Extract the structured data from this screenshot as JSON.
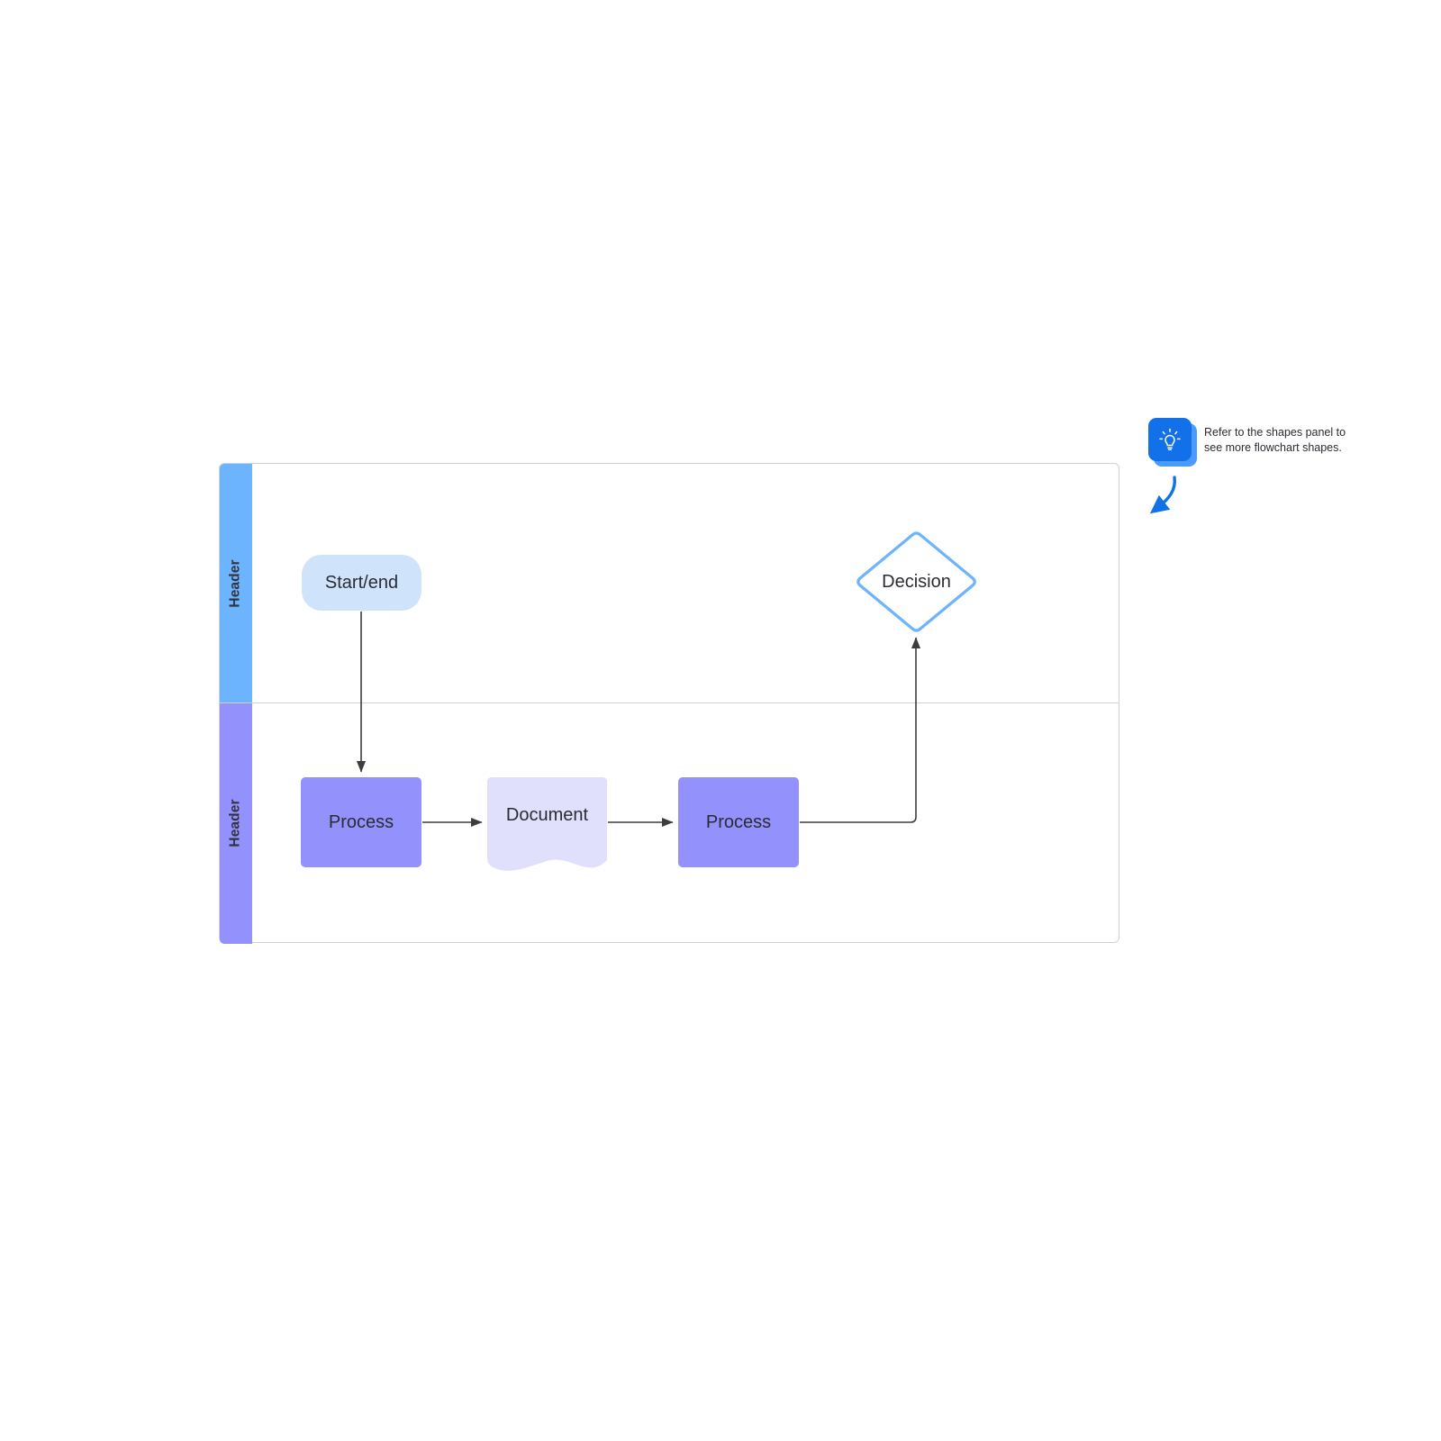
{
  "diagram": {
    "type": "swimlane-flowchart",
    "lanes": [
      {
        "header_label": "Header",
        "header_color": "#6cb4fd"
      },
      {
        "header_label": "Header",
        "header_color": "#9391fc"
      }
    ],
    "nodes": [
      {
        "id": "startend",
        "label": "Start/end",
        "shape": "terminator",
        "lane": 0,
        "fill": "#cfe3fb"
      },
      {
        "id": "decision",
        "label": "Decision",
        "shape": "diamond",
        "lane": 0,
        "fill": "#ffffff",
        "stroke": "#6cb4fd"
      },
      {
        "id": "process-1",
        "label": "Process",
        "shape": "rectangle",
        "lane": 1,
        "fill": "#9391fc"
      },
      {
        "id": "document",
        "label": "Document",
        "shape": "document",
        "lane": 1,
        "fill": "#e0e0fd"
      },
      {
        "id": "process-2",
        "label": "Process",
        "shape": "rectangle",
        "lane": 1,
        "fill": "#9391fc"
      }
    ],
    "edges": [
      {
        "from": "startend",
        "to": "process-1",
        "style": "vertical-arrow"
      },
      {
        "from": "process-1",
        "to": "document",
        "style": "horizontal-arrow"
      },
      {
        "from": "document",
        "to": "process-2",
        "style": "horizontal-arrow"
      },
      {
        "from": "process-2",
        "to": "decision",
        "style": "elbow-arrow"
      }
    ],
    "edge_color": "#3d3d3d",
    "border_color": "#ccd3dd"
  },
  "tip": {
    "icon": "lightbulb-icon",
    "text": "Refer to the shapes panel to see more flowchart shapes.",
    "accent_color": "#1271e8"
  }
}
